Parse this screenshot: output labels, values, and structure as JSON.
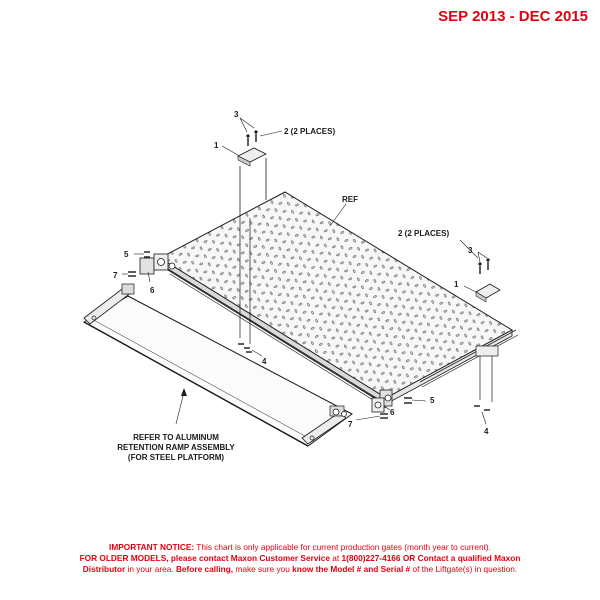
{
  "header": {
    "date_range": "SEP 2013 - DEC 2015"
  },
  "callouts": {
    "top_part1": "1",
    "top_part3": "3",
    "top_part2": "2 (2 PLACES)",
    "ref": "REF",
    "right_part2": "2 (2 PLACES)",
    "right_part3": "3",
    "right_part1": "1",
    "left_part5": "5",
    "left_part7": "7",
    "left_part6": "6",
    "center_part4": "4",
    "right_part5": "5",
    "right_part6": "6",
    "right_part7": "7",
    "right_part4": "4"
  },
  "ramp_note": {
    "line1": "REFER TO ALUMINUM",
    "line2": "RETENTION RAMP ASSEMBLY",
    "line3": "(FOR STEEL PLATFORM)"
  },
  "notice": {
    "label": "IMPORTANT NOTICE:",
    "line1": " This chart is only applicable for current production gates (month year to current).",
    "line2_bold": "FOR OLDER MODELS, please contact Maxon Customer Service",
    "line2_mid": " at ",
    "line2_bold2": "1(800)227-4166 OR Contact a qualified Maxon",
    "line3_bold": "Distributor",
    "line3_a": " in your area. ",
    "line3_bold2": "Before calling,",
    "line3_b": " make sure you ",
    "line3_bold3": "know the Model # and Serial #",
    "line3_c": " of the Liftgate(s) in question."
  },
  "colors": {
    "accent": "#e3000f",
    "line": "#1a1a1a",
    "platform": "#f2f2f2"
  }
}
